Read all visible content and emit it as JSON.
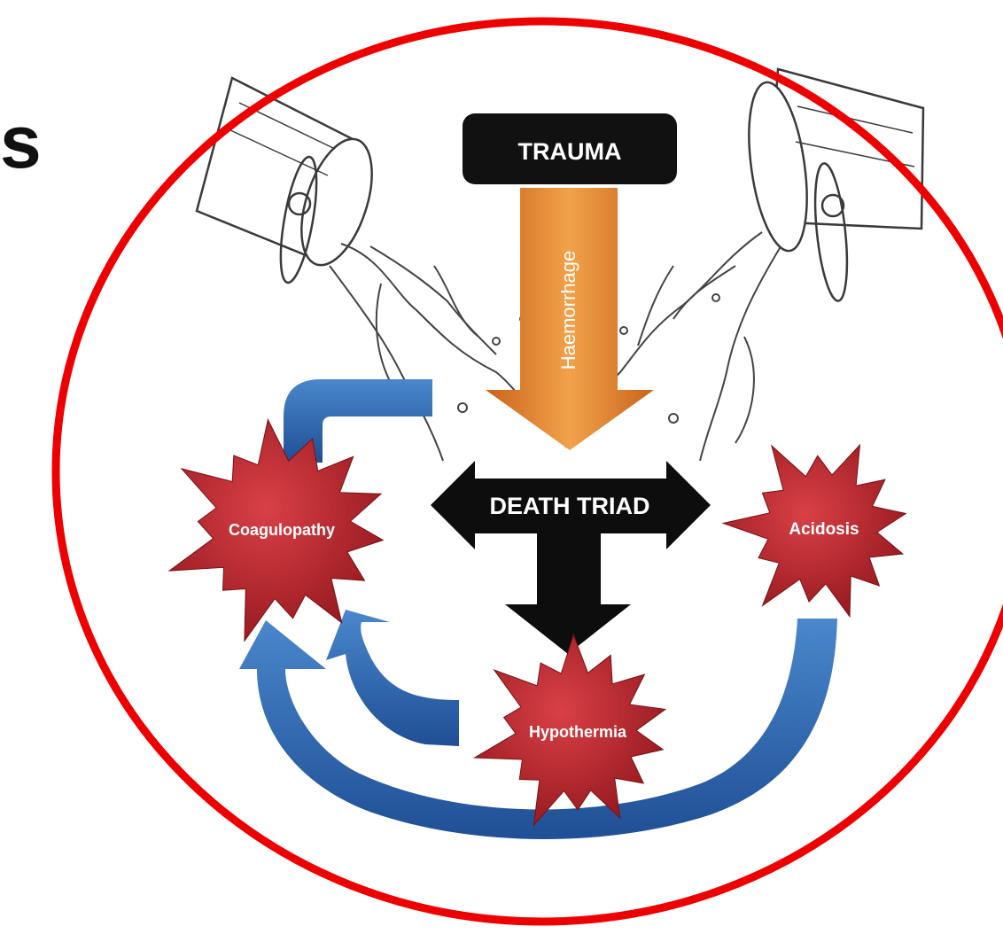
{
  "page": {
    "edge_text": "s"
  },
  "diagram": {
    "title_box": "TRAUMA",
    "vertical_arrow_label": "Haemorrhage",
    "center_label": "DEATH TRIAD",
    "nodes": {
      "left": "Coagulopathy",
      "right": "Acidosis",
      "bottom": "Hypothermia"
    }
  },
  "colors": {
    "frame_ring": "#ee0000",
    "trauma_box": "#111111",
    "haemorrhage_arrow": "#e8892b",
    "death_triad_arrow": "#0d0d0d",
    "starburst": "#b8262c",
    "cycle_arrows": "#2f6db5"
  },
  "icons": {
    "bucket_left": "pouring-bucket-icon",
    "bucket_right": "pouring-bucket-icon"
  }
}
